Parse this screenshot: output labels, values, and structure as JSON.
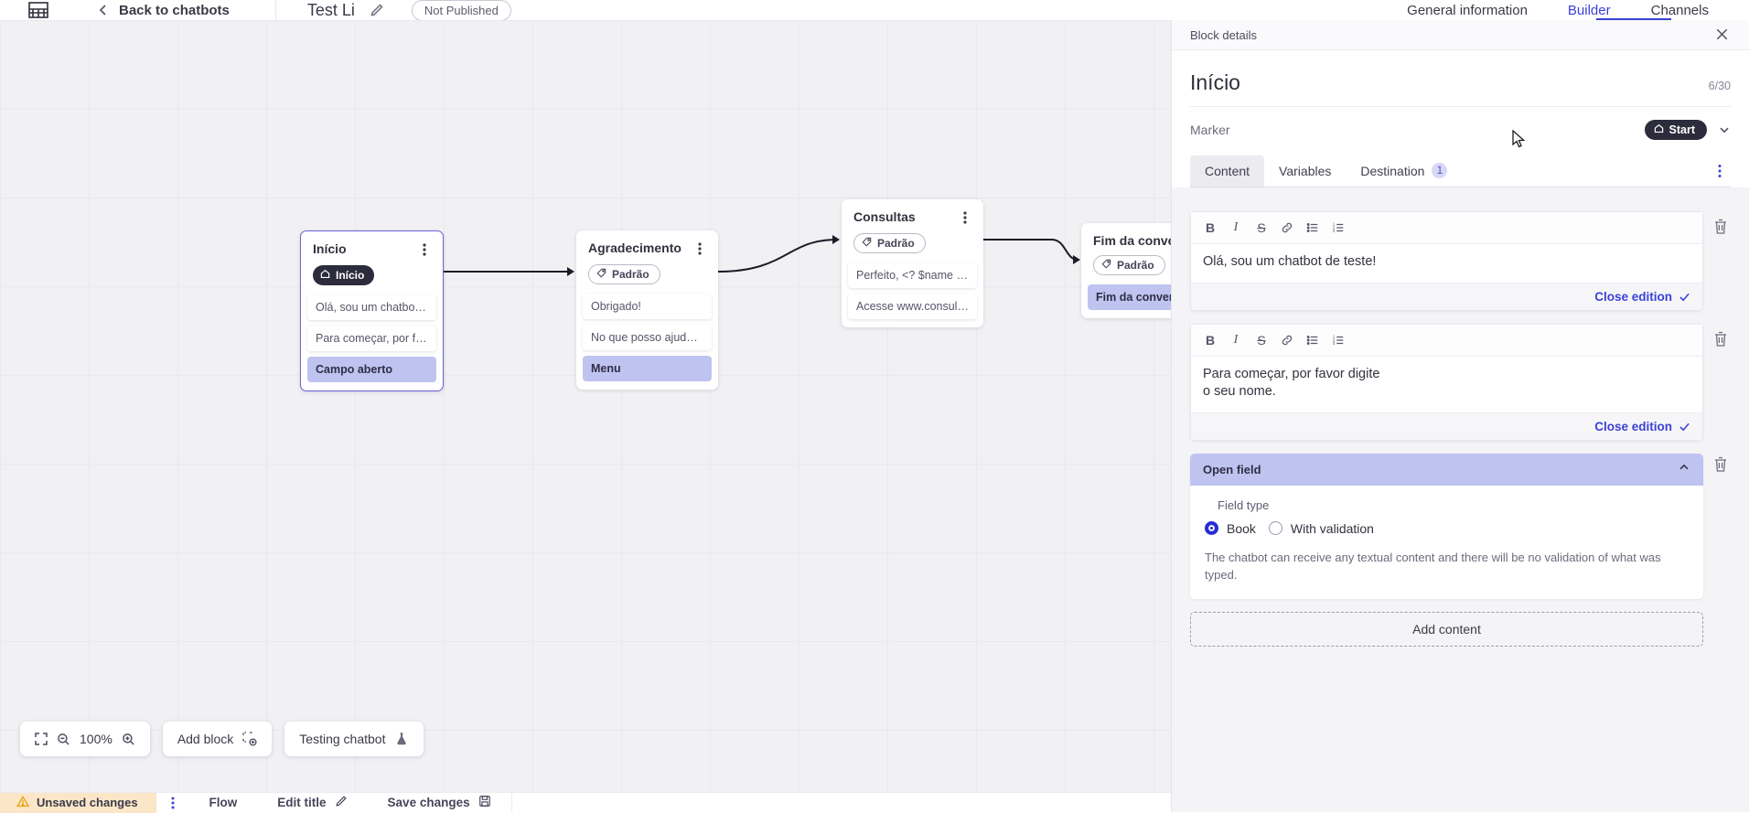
{
  "topbar": {
    "logo_icon": "brand-logo-icon",
    "back_icon": "chevron-left-icon",
    "back_label": "Back to chatbots",
    "bot_title": "Test Li",
    "edit_icon": "pencil-icon",
    "publish_status": "Not Published",
    "tabs": [
      {
        "label": "General information",
        "active": false
      },
      {
        "label": "Builder",
        "active": true
      },
      {
        "label": "Channels",
        "active": false
      }
    ]
  },
  "canvas": {
    "nodes": [
      {
        "title": "Início",
        "badge": {
          "label": "Início",
          "icon": "home-icon",
          "style": "dark"
        },
        "selected": true,
        "rows": [
          {
            "text": "Olá, sou um chatbot de teste!",
            "accent": false
          },
          {
            "text": "Para começar, por favor digite o ...",
            "accent": false
          },
          {
            "text": "Campo aberto",
            "accent": true
          }
        ]
      },
      {
        "title": "Agradecimento",
        "badge": {
          "label": "Padrão",
          "icon": "tag-icon",
          "style": "outline"
        },
        "selected": false,
        "rows": [
          {
            "text": "Obrigado!",
            "accent": false
          },
          {
            "text": "No que posso ajudar, <? $name ...",
            "accent": false
          },
          {
            "text": "Menu",
            "accent": true
          }
        ]
      },
      {
        "title": "Consultas",
        "badge": {
          "label": "Padrão",
          "icon": "tag-icon",
          "style": "outline"
        },
        "selected": false,
        "rows": [
          {
            "text": "Perfeito, <? $name ?>!",
            "accent": false
          },
          {
            "text": "Acesse www.consultas.com par...",
            "accent": false
          }
        ]
      },
      {
        "title": "Fim da conversa",
        "badge": {
          "label": "Padrão",
          "icon": "tag-icon",
          "style": "outline"
        },
        "selected": false,
        "rows": [
          {
            "text": "Fim da conversa",
            "accent": true
          }
        ]
      }
    ]
  },
  "toolbar": {
    "fit_icon": "fit-screen-icon",
    "zoom_out_icon": "zoom-out-icon",
    "zoom_level": "100%",
    "zoom_in_icon": "zoom-in-icon",
    "add_block_label": "Add block",
    "add_block_icon": "add-block-icon",
    "testing_label": "Testing chatbot",
    "testing_icon": "flask-icon"
  },
  "statusbar": {
    "warning_icon": "warning-triangle-icon",
    "unsaved_label": "Unsaved changes",
    "menu_icon": "vertical-dots-icon",
    "flow_label": "Flow",
    "edit_title_label": "Edit title",
    "edit_title_icon": "pencil-icon",
    "save_label": "Save changes",
    "save_icon": "save-disk-icon"
  },
  "panel": {
    "header_title": "Block details",
    "close_icon": "close-icon",
    "block_name": "Início",
    "char_count": "6/30",
    "marker_label": "Marker",
    "marker_value": "Start",
    "marker_icon": "home-icon",
    "marker_chevron_icon": "chevron-down-icon",
    "tabs": [
      {
        "label": "Content",
        "active": true,
        "badge": null
      },
      {
        "label": "Variables",
        "active": false,
        "badge": null
      },
      {
        "label": "Destination",
        "active": false,
        "badge": "1"
      }
    ],
    "tab_menu_icon": "vertical-dots-icon",
    "rich_toolbar": [
      {
        "icon": "bold-icon",
        "glyph": "B"
      },
      {
        "icon": "italic-icon",
        "glyph": "I"
      },
      {
        "icon": "strikethrough-icon",
        "glyph": "S"
      },
      {
        "icon": "link-icon",
        "glyph": ""
      },
      {
        "icon": "bullet-list-icon",
        "glyph": ""
      },
      {
        "icon": "numbered-list-icon",
        "glyph": ""
      }
    ],
    "content_blocks": [
      {
        "text": "Olá, sou um chatbot de teste!",
        "close_label": "Close edition",
        "delete_icon": "trash-icon"
      },
      {
        "text": "Para começar, por favor digite o seu nome.",
        "close_label": "Close edition",
        "delete_icon": "trash-icon"
      }
    ],
    "open_field": {
      "title": "Open field",
      "collapse_icon": "chevron-up-icon",
      "delete_icon": "trash-icon",
      "legend": "Field type",
      "options": [
        {
          "label": "Book",
          "selected": true
        },
        {
          "label": "With validation",
          "selected": false
        }
      ],
      "description": "The chatbot can receive any textual content and there will be no validation of what was typed."
    },
    "add_content_label": "Add content"
  },
  "colors": {
    "accent": "#3b41d6",
    "node_accent": "#bfc3f0",
    "warning_bg": "#fbe6c8",
    "dark_pill": "#2c2c3c"
  }
}
